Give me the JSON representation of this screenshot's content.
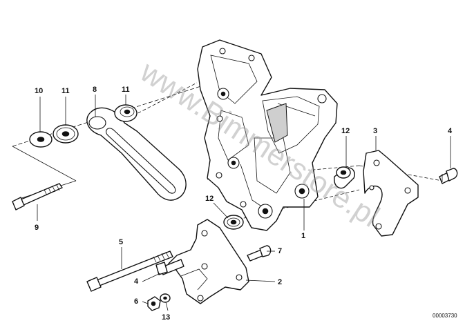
{
  "diagram": {
    "callouts": [
      {
        "id": "10",
        "text": "10"
      },
      {
        "id": "11a",
        "text": "11"
      },
      {
        "id": "8",
        "text": "8"
      },
      {
        "id": "11b",
        "text": "11"
      },
      {
        "id": "12a",
        "text": "12"
      },
      {
        "id": "3",
        "text": "3"
      },
      {
        "id": "4a",
        "text": "4"
      },
      {
        "id": "9",
        "text": "9"
      },
      {
        "id": "12b",
        "text": "12"
      },
      {
        "id": "1",
        "text": "1"
      },
      {
        "id": "5",
        "text": "5"
      },
      {
        "id": "7",
        "text": "7"
      },
      {
        "id": "4b",
        "text": "4"
      },
      {
        "id": "2",
        "text": "2"
      },
      {
        "id": "6",
        "text": "6"
      },
      {
        "id": "13",
        "text": "13"
      }
    ],
    "watermark": "www.Bimmerstore.pl",
    "reference_number": "00003730"
  }
}
